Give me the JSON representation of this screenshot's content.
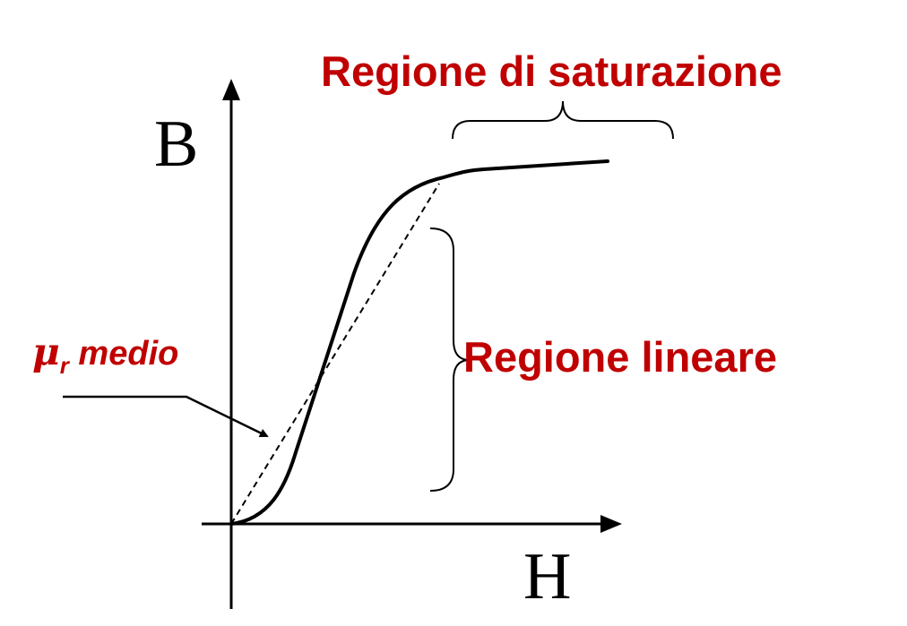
{
  "labels": {
    "y_axis": "B",
    "x_axis": "H",
    "saturation_region": "Regione di saturazione",
    "linear_region": "Regione lineare",
    "mu_symbol": "μ",
    "mu_subscript": "r",
    "mu_word": " medio"
  },
  "colors": {
    "accent": "#C00000",
    "ink": "#000000",
    "background": "#FFFFFF"
  }
}
